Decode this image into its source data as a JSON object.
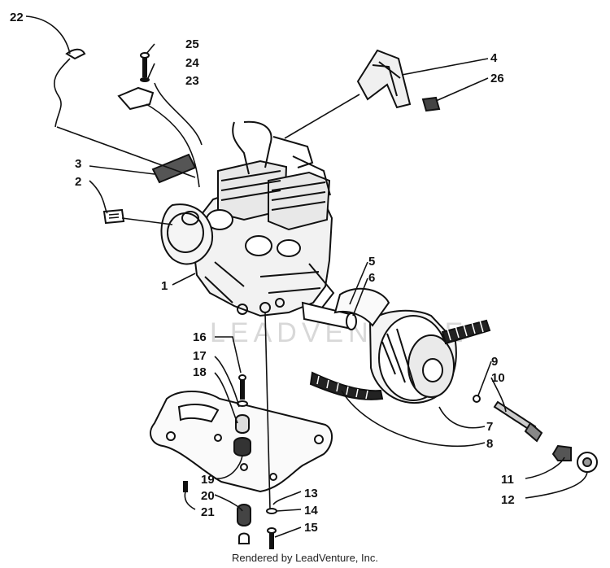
{
  "diagram": {
    "watermark": "LEADVENTURE",
    "footer": "Rendered by LeadVenture, Inc.",
    "callouts": [
      "1",
      "2",
      "3",
      "4",
      "5",
      "6",
      "7",
      "8",
      "9",
      "10",
      "11",
      "12",
      "13",
      "14",
      "15",
      "16",
      "17",
      "18",
      "19",
      "20",
      "21",
      "22",
      "23",
      "24",
      "25",
      "26"
    ]
  }
}
